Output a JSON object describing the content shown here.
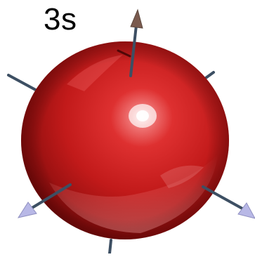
{
  "figure": {
    "label": "3s",
    "sphere_color": "#c81e1e",
    "axis_color": "#3d4f63",
    "arrowhead_colors": {
      "z_axis": "#7a5a4e",
      "x_axis": "#b8b8e6",
      "y_axis": "#b8b8e6"
    },
    "axes": [
      "z-axis",
      "x-axis",
      "y-axis"
    ]
  }
}
